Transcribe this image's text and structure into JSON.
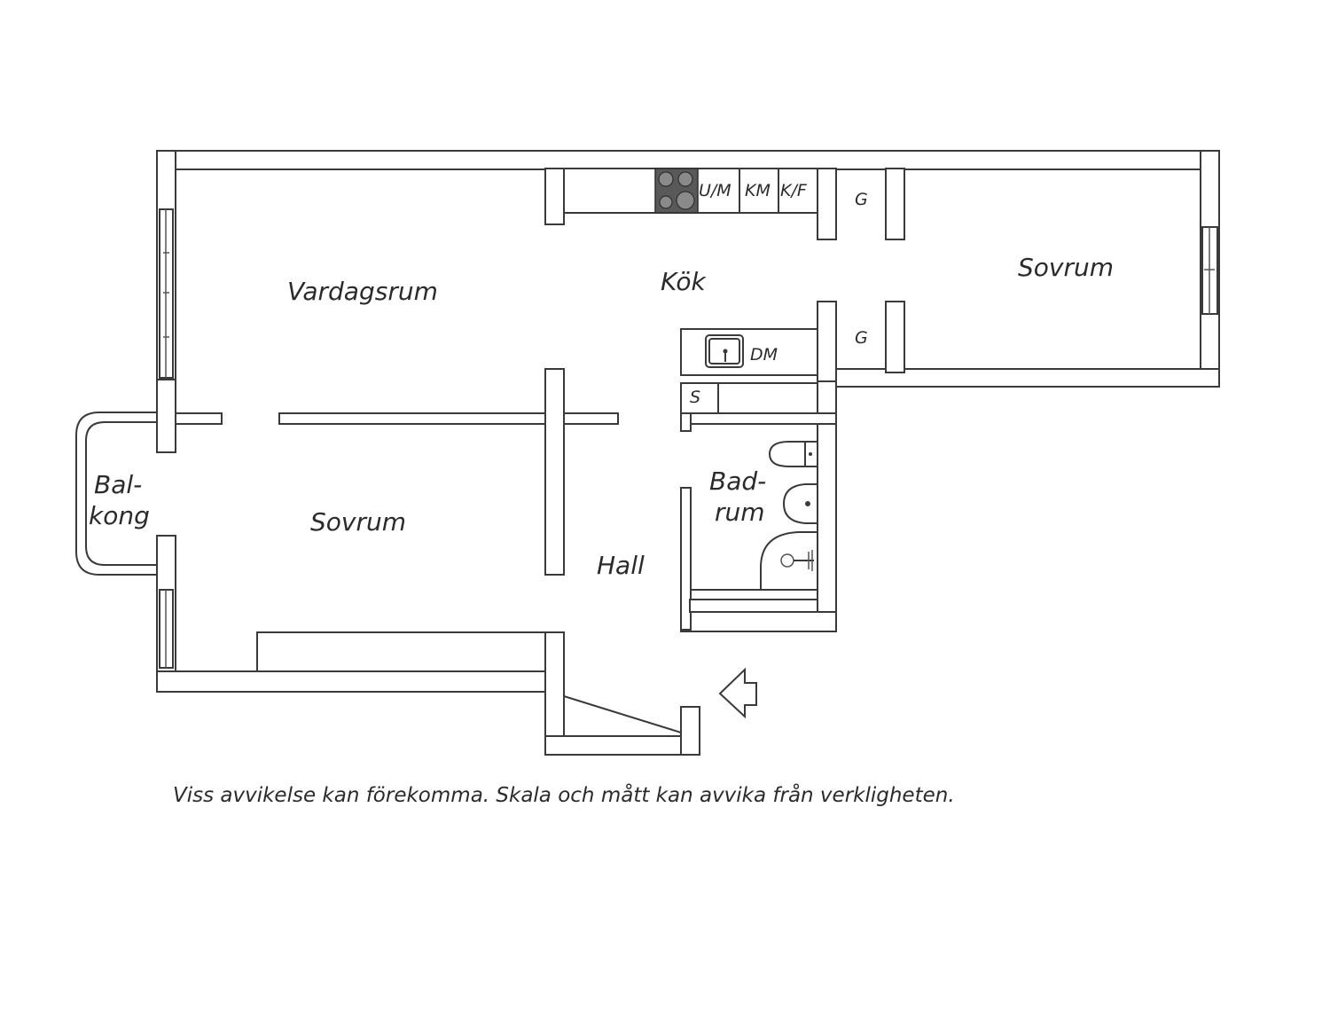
{
  "floorplan": {
    "rooms": {
      "vardagsrum": "Vardagsrum",
      "kok": "Kök",
      "sovrum_right": "Sovrum",
      "sovrum_left": "Sovrum",
      "hall": "Hall",
      "badrum_line1": "Bad-",
      "badrum_line2": "rum",
      "balkong_line1": "Bal-",
      "balkong_line2": "kong"
    },
    "fixtures": {
      "um": "U/M",
      "km": "KM",
      "kf": "K/F",
      "dm": "DM",
      "s": "S",
      "g_top": "G",
      "g_bottom": "G"
    },
    "disclaimer": "Viss avvikelse kan förekomma. Skala och mått kan avvika från verkligheten.",
    "colors": {
      "wall_stroke": "#3a3a3a",
      "cooktop": "#595959",
      "background": "#ffffff"
    }
  }
}
